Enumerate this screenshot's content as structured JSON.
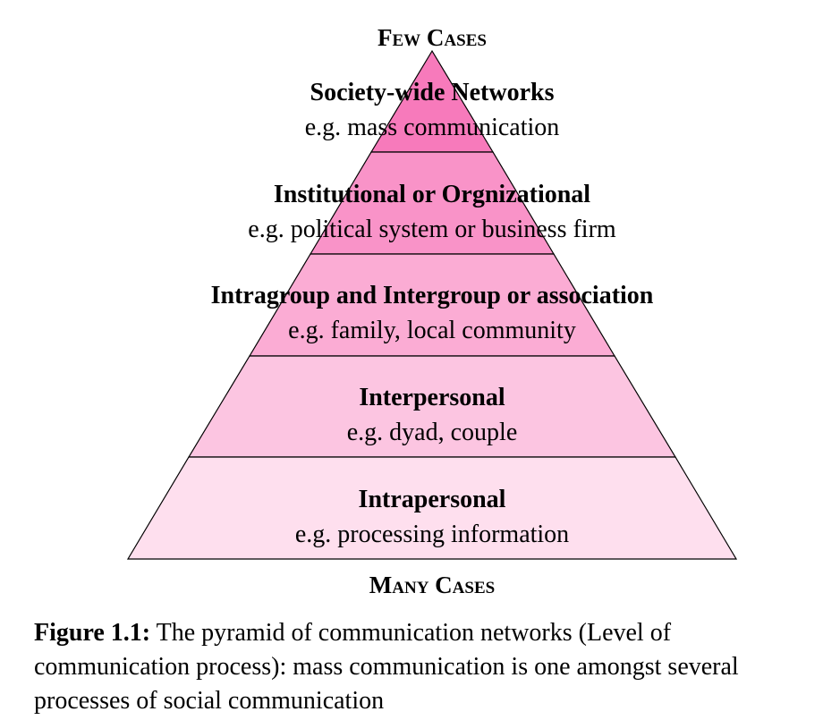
{
  "top_label": "Few Cases",
  "bottom_label": "Many Cases",
  "levels": [
    {
      "title": "Society-wide Networks",
      "example": "e.g. mass communication",
      "color": "#F77ABB"
    },
    {
      "title": "Institutional or Orgnizational",
      "example": "e.g. political system or business firm",
      "color": "#F993C8"
    },
    {
      "title": "Intragroup and Intergroup or association",
      "example": "e.g. family, local community",
      "color": "#FBACD4"
    },
    {
      "title": "Interpersonal",
      "example": "e.g. dyad, couple",
      "color": "#FCC5E1"
    },
    {
      "title": "Intrapersonal",
      "example": "e.g. processing information",
      "color": "#FEDFEE"
    }
  ],
  "caption": {
    "label": "Figure 1.1:",
    "text": "The pyramid of communication networks (Level of communication process): mass communication is one amongst several processes of social communication"
  }
}
